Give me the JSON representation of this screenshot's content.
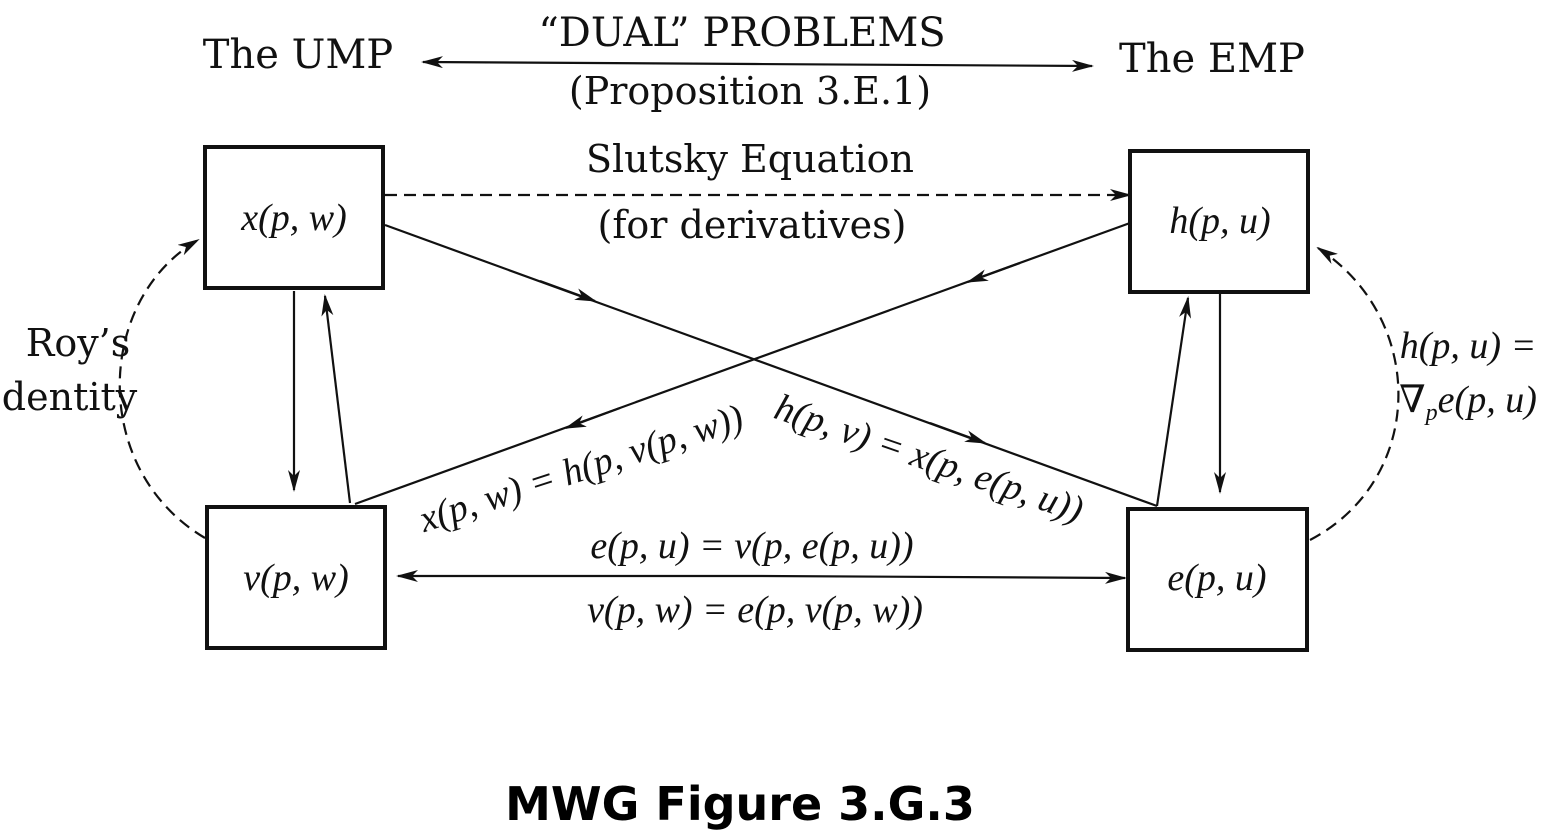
{
  "header": {
    "left": "The UMP",
    "right": "The EMP",
    "dual_title": "“DUAL” PROBLEMS",
    "dual_subtitle": "(Proposition 3.E.1)"
  },
  "boxes": {
    "x": "x(p, w)",
    "h": "h(p, u)",
    "v": "v(p, w)",
    "e": "e(p, u)"
  },
  "labels": {
    "slutsky_1": "Slutsky Equation",
    "slutsky_2": "(for derivatives)",
    "roy_1": "Roy’s",
    "roy_2": "Identity",
    "shephard_1": "h(p, u) =",
    "shephard_2": "∇",
    "shephard_2_sub": "p",
    "shephard_2_rest": "e(p, u)",
    "diag_left": "x(p, w) = h(p, v(p, w))",
    "diag_right": "h(p, v) = x(p, e(p, u))",
    "bottom_1": "e(p, u) = v(p, e(p, u))",
    "bottom_2": "v(p, w) = e(p, v(p, w))"
  },
  "caption": "MWG Figure 3.G.3"
}
